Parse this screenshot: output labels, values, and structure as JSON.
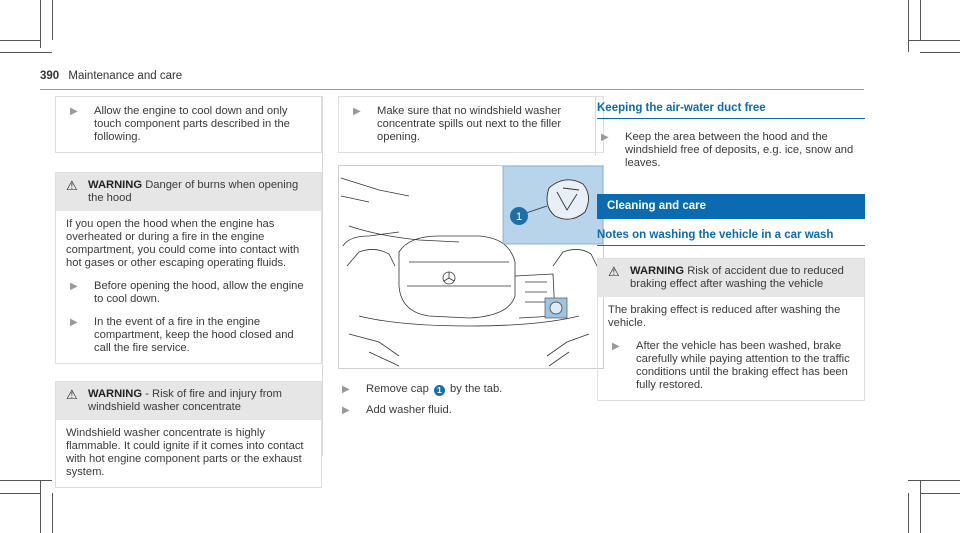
{
  "header": {
    "page_number": "390",
    "section": "Maintenance and care"
  },
  "col1": {
    "note_step": "Allow the engine to cool down and only touch component parts described in the following.",
    "warning1": {
      "label": "WARNING",
      "title": "Danger of burns when opening the hood",
      "body": "If you open the hood when the engine has overheated or during a fire in the engine compartment, you could come into contact with hot gases or other escaping operating fluids.",
      "steps": [
        "Before opening the hood, allow the engine to cool down.",
        "In the event of a fire in the engine compartment, keep the hood closed and call the fire service."
      ]
    },
    "warning2": {
      "label": "WARNING",
      "title": "- Risk of fire and injury from windshield washer concentrate",
      "body": "Windshield washer concentrate is highly flammable. It could ignite if it comes into contact with hot engine component parts or the exhaust system."
    }
  },
  "col2": {
    "note_step": "Make sure that no windshield washer concentrate spills out next to the filler opening.",
    "figure": {
      "callout": "1",
      "cap_callout": "1"
    },
    "step1": {
      "before": "Remove cap",
      "callout": "1",
      "after": "by the tab."
    },
    "step2": "Add washer fluid."
  },
  "col3": {
    "section1_title": "Keeping the air-water duct free",
    "section1_step": "Keep the area between the hood and the windshield free of deposits, e.g. ice, snow and leaves.",
    "bar_title": "Cleaning and care",
    "section2_title": "Notes on washing the vehicle in a car wash",
    "warning": {
      "label": "WARNING",
      "title": "Risk of accident due to reduced braking effect after washing the vehicle",
      "body": "The braking effect is reduced after washing the vehicle.",
      "step": "After the vehicle has been washed, brake carefully while paying attention to the traffic conditions until the braking effect has been fully restored."
    }
  },
  "colors": {
    "accent": "#0a6bb0",
    "inset_bg": "#b7d4ea"
  }
}
